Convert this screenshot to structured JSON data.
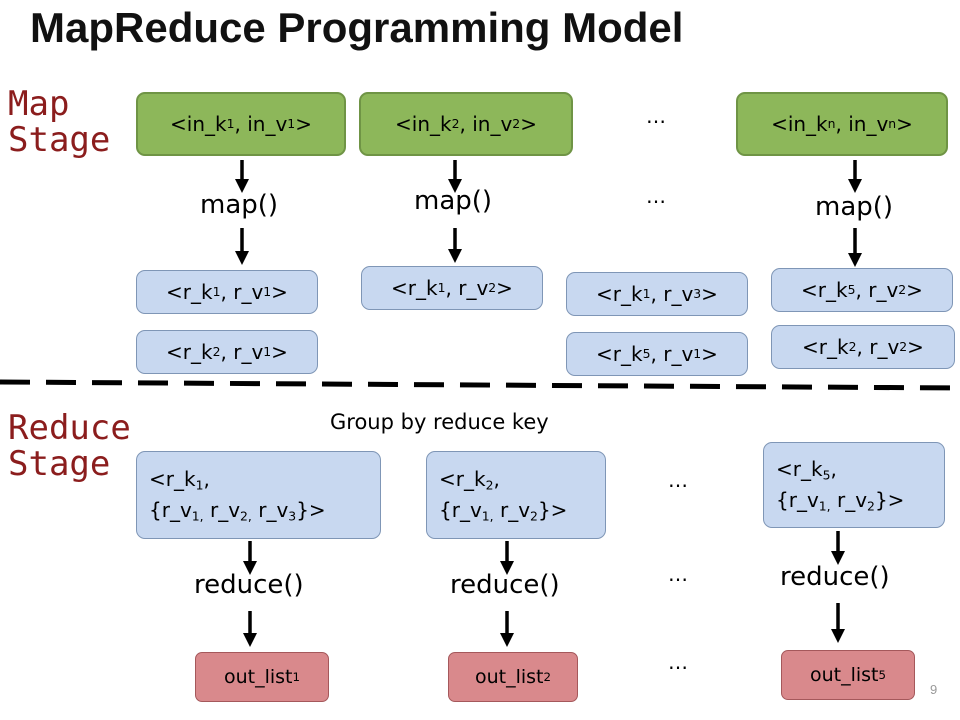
{
  "title": "MapReduce Programming Model",
  "stages": {
    "map": [
      "Map",
      "Stage"
    ],
    "reduce": [
      "Reduce",
      "Stage"
    ]
  },
  "inputs": [
    {
      "pre": "<in_k",
      "s1": "1",
      "mid": ", in_v",
      "s2": "1",
      "post": ">"
    },
    {
      "pre": "<in_k",
      "s1": "2",
      "mid": ", in_v",
      "s2": "2",
      "post": ">"
    },
    {
      "pre": "<in_k",
      "s1": "n",
      "mid": ", in_v",
      "s2": "n",
      "post": ">"
    }
  ],
  "map_label": "map()",
  "reduce_label": "reduce()",
  "ellipsis": "…",
  "intermediate": [
    {
      "pre": "<r_k",
      "s1": "1",
      "mid": ", r_v",
      "s2": "1",
      "post": ">"
    },
    {
      "pre": "<r_k",
      "s1": "2",
      "mid": ", r_v",
      "s2": "1",
      "post": ">"
    },
    {
      "pre": "<r_k",
      "s1": "1",
      "mid": ", r_v",
      "s2": "2",
      "post": ">"
    },
    {
      "pre": "<r_k",
      "s1": "1",
      "mid": ", r_v",
      "s2": "3",
      "post": ">"
    },
    {
      "pre": "<r_k",
      "s1": "5",
      "mid": ", r_v",
      "s2": "1",
      "post": ">"
    },
    {
      "pre": "<r_k",
      "s1": "5",
      "mid": ", r_v",
      "s2": "2",
      "post": ">"
    },
    {
      "pre": "<r_k",
      "s1": "2",
      "mid": ", r_v",
      "s2": "2",
      "post": ">"
    }
  ],
  "group_caption": "Group by reduce key",
  "groups": [
    {
      "key_pre": "<r_k",
      "key_sub": "1",
      "key_post": ",",
      "vals": [
        {
          "t": "{r_v",
          "s": "1,"
        },
        {
          "t": " r_v",
          "s": "2,"
        },
        {
          "t": " r_v",
          "s": "3"
        }
      ],
      "close": "}>"
    },
    {
      "key_pre": "<r_k",
      "key_sub": "2",
      "key_post": ",",
      "vals": [
        {
          "t": "{r_v",
          "s": "1,"
        },
        {
          "t": " r_v",
          "s": "2"
        }
      ],
      "close": "}>"
    },
    {
      "key_pre": "<r_k",
      "key_sub": "5",
      "key_post": ",",
      "vals": [
        {
          "t": "{r_v",
          "s": "1,"
        },
        {
          "t": " r_v",
          "s": "2"
        }
      ],
      "close": "}>"
    }
  ],
  "outputs": [
    {
      "t": "out_list",
      "s": "1"
    },
    {
      "t": "out_list",
      "s": "2"
    },
    {
      "t": "out_list",
      "s": "5"
    }
  ],
  "page_number": "9",
  "colors": {
    "input_fill": "#8db75a",
    "kv_fill": "#c8d8f0",
    "output_fill": "#d9898c",
    "stage_label": "#8b1d1d"
  }
}
